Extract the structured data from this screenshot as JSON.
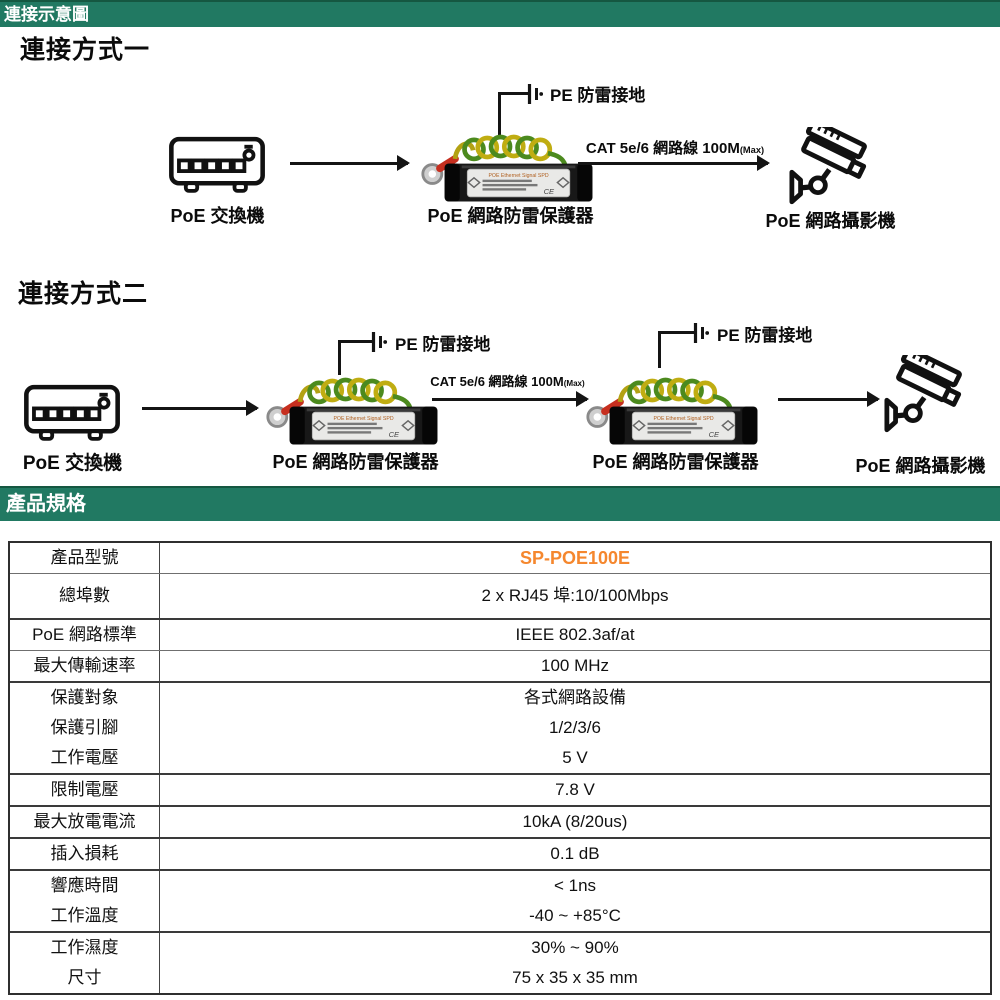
{
  "page": {
    "section1_title": "連接示意圖",
    "method1_title": "連接方式一",
    "method2_title": "連接方式二",
    "section2_title": "產品規格"
  },
  "labels": {
    "switch": "PoE 交換機",
    "protector": "PoE 網路防雷保護器",
    "camera": "PoE 網路攝影機",
    "pe_ground": "PE 防雷接地",
    "cable": "CAT 5e/6 網路線 100M",
    "cable_suffix": "(Max)"
  },
  "device_plate": {
    "line1": "POE Ethernet Signal SPD",
    "ce_mark": "CE"
  },
  "colors": {
    "header_green": "#217962",
    "model_orange": "#f5872e",
    "ground_wire_green": "#4c8a1e",
    "ground_wire_yellow": "#c0ad12"
  },
  "spec_table": {
    "groups": [
      {
        "rows": [
          {
            "label": "產品型號",
            "value": "SP-POE100E",
            "accent": true
          }
        ]
      },
      {
        "rows": [
          {
            "label": "總埠數",
            "value": "2 x RJ45 埠:10/100Mbps"
          }
        ]
      },
      {
        "rows": [
          {
            "label": "PoE 網路標準",
            "value": "IEEE 802.3af/at"
          }
        ]
      },
      {
        "rows": [
          {
            "label": "最大傳輸速率",
            "value": "100 MHz"
          }
        ]
      },
      {
        "rows": [
          {
            "label": "保護對象",
            "value": "各式網路設備"
          },
          {
            "label": "保護引腳",
            "value": "1/2/3/6"
          },
          {
            "label": "工作電壓",
            "value": "5 V"
          }
        ]
      },
      {
        "rows": [
          {
            "label": "限制電壓",
            "value": "7.8 V"
          }
        ]
      },
      {
        "rows": [
          {
            "label": "最大放電電流",
            "value": "10kA (8/20us)"
          }
        ]
      },
      {
        "rows": [
          {
            "label": "插入損耗",
            "value": "0.1 dB"
          }
        ]
      },
      {
        "rows": [
          {
            "label": "響應時間",
            "value": "< 1ns"
          },
          {
            "label": "工作溫度",
            "value": "-40 ~ +85°C"
          }
        ]
      },
      {
        "rows": [
          {
            "label": "工作濕度",
            "value": "30% ~ 90%"
          },
          {
            "label": "尺寸",
            "value": "75 x 35 x 35 mm"
          }
        ]
      }
    ]
  }
}
